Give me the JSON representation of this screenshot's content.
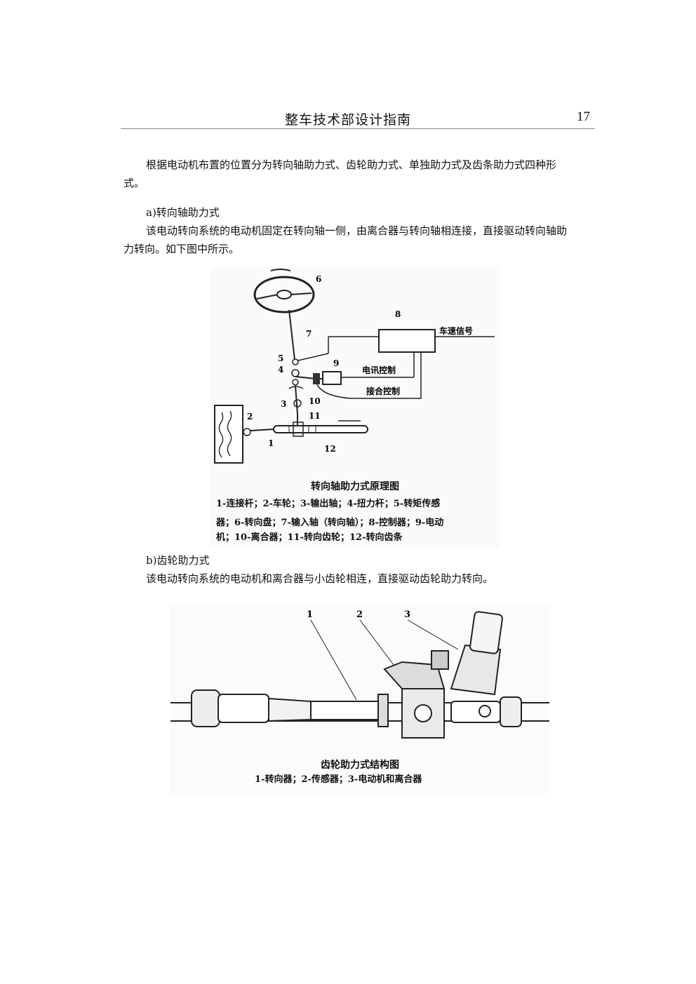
{
  "header": {
    "title": "整车技术部设计指南",
    "page_number": "17"
  },
  "intro_paragraph": "根据电动机布置的位置分为转向轴助力式、齿轮助力式、单独助力式及齿条助力式四种形式。",
  "section_a": {
    "heading": "a)转向轴助力式",
    "paragraph": "该电动转向系统的电动机固定在转向轴一侧，由离合器与转向轴相连接，直接驱动转向轴助力转向。如下图中所示。"
  },
  "figure1": {
    "labels": {
      "n1": "1",
      "n2": "2",
      "n3": "3",
      "n4": "4",
      "n5": "5",
      "n6": "6",
      "n7": "7",
      "n8": "8",
      "n9": "9",
      "n10": "10",
      "n11": "11",
      "n12": "12"
    },
    "signal_speed": "车速信号",
    "signal_motor": "电讯控制",
    "signal_clutch": "接合控制",
    "caption_title": "转向轴助力式原理图",
    "caption_line1": "1-连接杆；2-车轮；3-输出轴；4-扭力杆；5-转矩传感",
    "caption_line2": "器；6-转向盘；7-输入轴（转向轴）；8-控制器；9-电动",
    "caption_line3": "机；10-离合器；11-转向齿轮；12-转向齿条"
  },
  "section_b": {
    "heading": "b)齿轮助力式",
    "paragraph": "该电动转向系统的电动机和离合器与小齿轮相连，直接驱动齿轮助力转向。"
  },
  "figure2": {
    "labels": {
      "n1": "1",
      "n2": "2",
      "n3": "3"
    },
    "caption_title": "齿轮助力式结构图",
    "caption_text": "1-转向器；2-传感器；3-电动机和离合器"
  }
}
